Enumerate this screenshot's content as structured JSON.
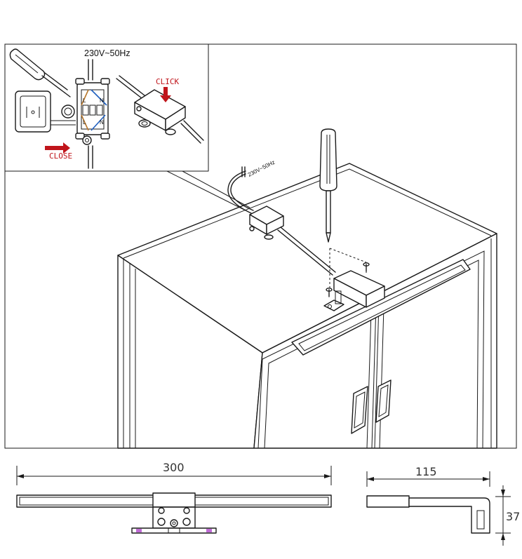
{
  "inset": {
    "voltage_label": "230V~50Hz",
    "click_label": "CLICK",
    "close_label": "CLOSE",
    "terminal_labels": [
      "L",
      "N",
      "L",
      "N"
    ]
  },
  "main": {
    "cable_voltage_label": "230V~50Hz"
  },
  "dimensions": {
    "width": "300",
    "depth": "115",
    "height": "37"
  },
  "colors": {
    "arrow": "#c0151b",
    "wire_live": "#b7762a",
    "wire_neutral": "#1f5fbf"
  }
}
